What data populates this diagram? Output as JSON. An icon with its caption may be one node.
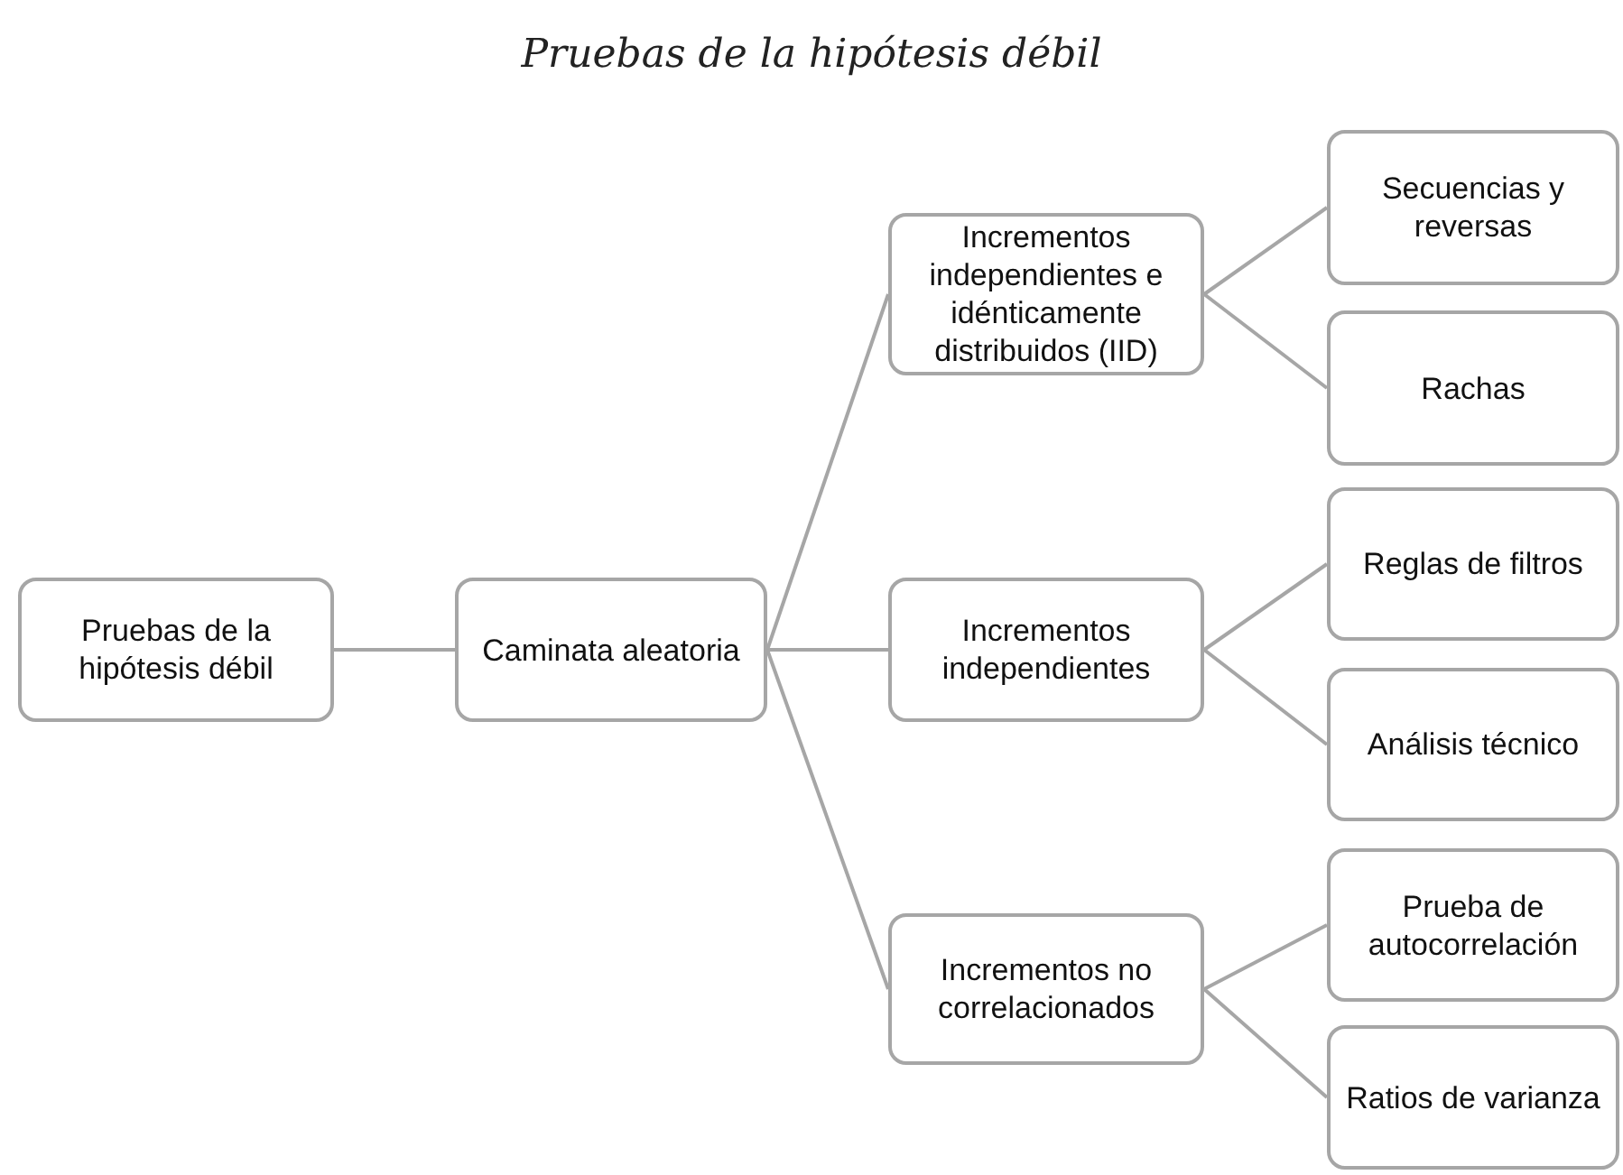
{
  "diagram": {
    "title": "Pruebas de la hipótesis débil",
    "nodes": [
      {
        "text": [
          "Pruebas de la hipótesis débil"
        ]
      },
      {
        "text": [
          "Caminata aleatoria"
        ]
      },
      {
        "text": [
          "Incrementos independientes e idénticamente distribuidos (IID)"
        ]
      },
      {
        "text": [
          "Incrementos independientes"
        ]
      },
      {
        "text": [
          "Incrementos no correlacionados"
        ]
      },
      {
        "text": [
          "Secuencias y reversas"
        ]
      },
      {
        "text": [
          "Rachas"
        ]
      },
      {
        "text": [
          "Reglas de filtros"
        ]
      },
      {
        "text": [
          "Análisis técnico"
        ]
      },
      {
        "text": [
          "Prueba de autocorrelación"
        ]
      },
      {
        "text": [
          "Ratios de varianza"
        ]
      }
    ],
    "edges": [
      {
        "from": 0,
        "to": 1,
        "arrow": "none"
      },
      {
        "from": 1,
        "to": 2,
        "arrow": "none"
      },
      {
        "from": 1,
        "to": 3,
        "arrow": "none"
      },
      {
        "from": 1,
        "to": 4,
        "arrow": "none"
      },
      {
        "from": 2,
        "to": 5,
        "arrow": "none"
      },
      {
        "from": 2,
        "to": 6,
        "arrow": "none"
      },
      {
        "from": 3,
        "to": 7,
        "arrow": "none"
      },
      {
        "from": 3,
        "to": 8,
        "arrow": "none"
      },
      {
        "from": 4,
        "to": 9,
        "arrow": "none"
      },
      {
        "from": 4,
        "to": 10,
        "arrow": "none"
      }
    ]
  }
}
